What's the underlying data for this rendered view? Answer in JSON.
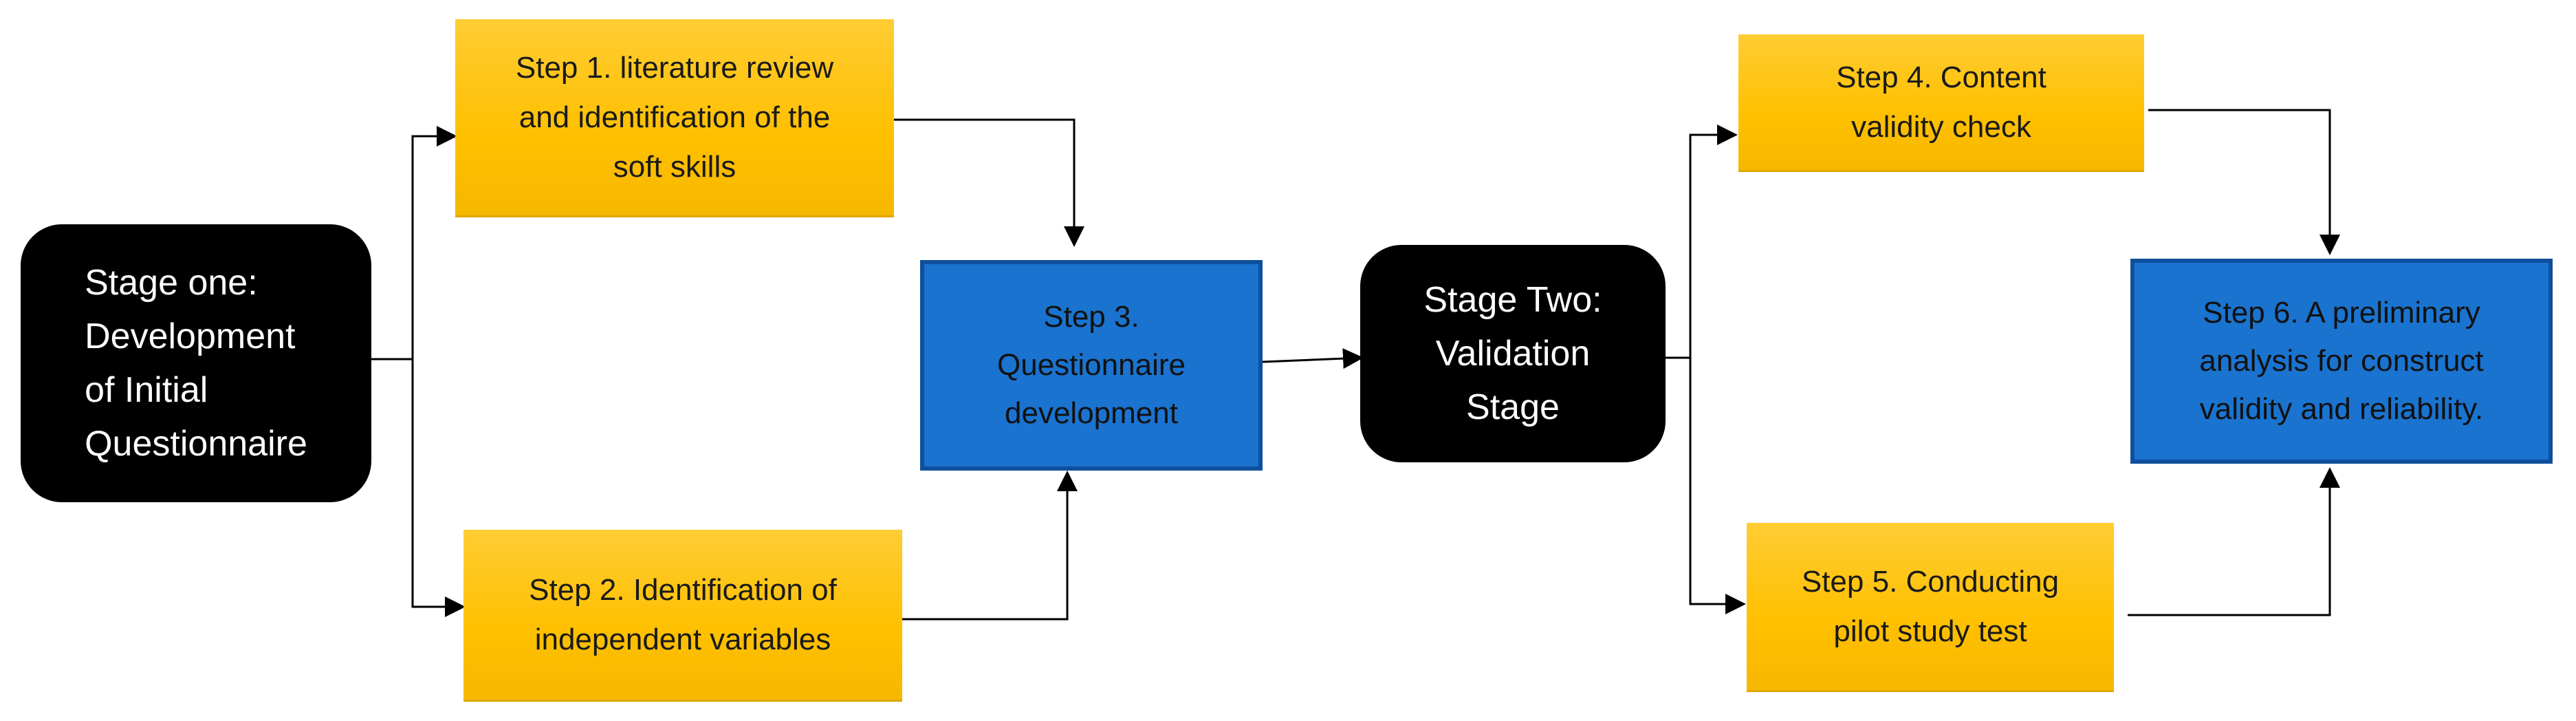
{
  "stage_one": {
    "label": "Stage one:\nDevelopment\nof Initial\nQuestionnaire"
  },
  "stage_two": {
    "label": "Stage Two:\nValidation\nStage"
  },
  "steps": {
    "step1": "Step 1. literature review\nand identification of the\nsoft skills",
    "step2": "Step 2. Identification of\nindependent  variables",
    "step3": "Step 3.\nQuestionnaire\ndevelopment",
    "step4": "Step 4. Content\nvalidity check",
    "step5": "Step 5. Conducting\npilot study test",
    "step6": "Step 6. A preliminary\nanalysis for construct\nvalidity and reliability."
  },
  "colors": {
    "stage_fill": "#000000",
    "step_yellow": "#ffc000",
    "step_blue": "#1a73cf",
    "connector": "#000000"
  }
}
